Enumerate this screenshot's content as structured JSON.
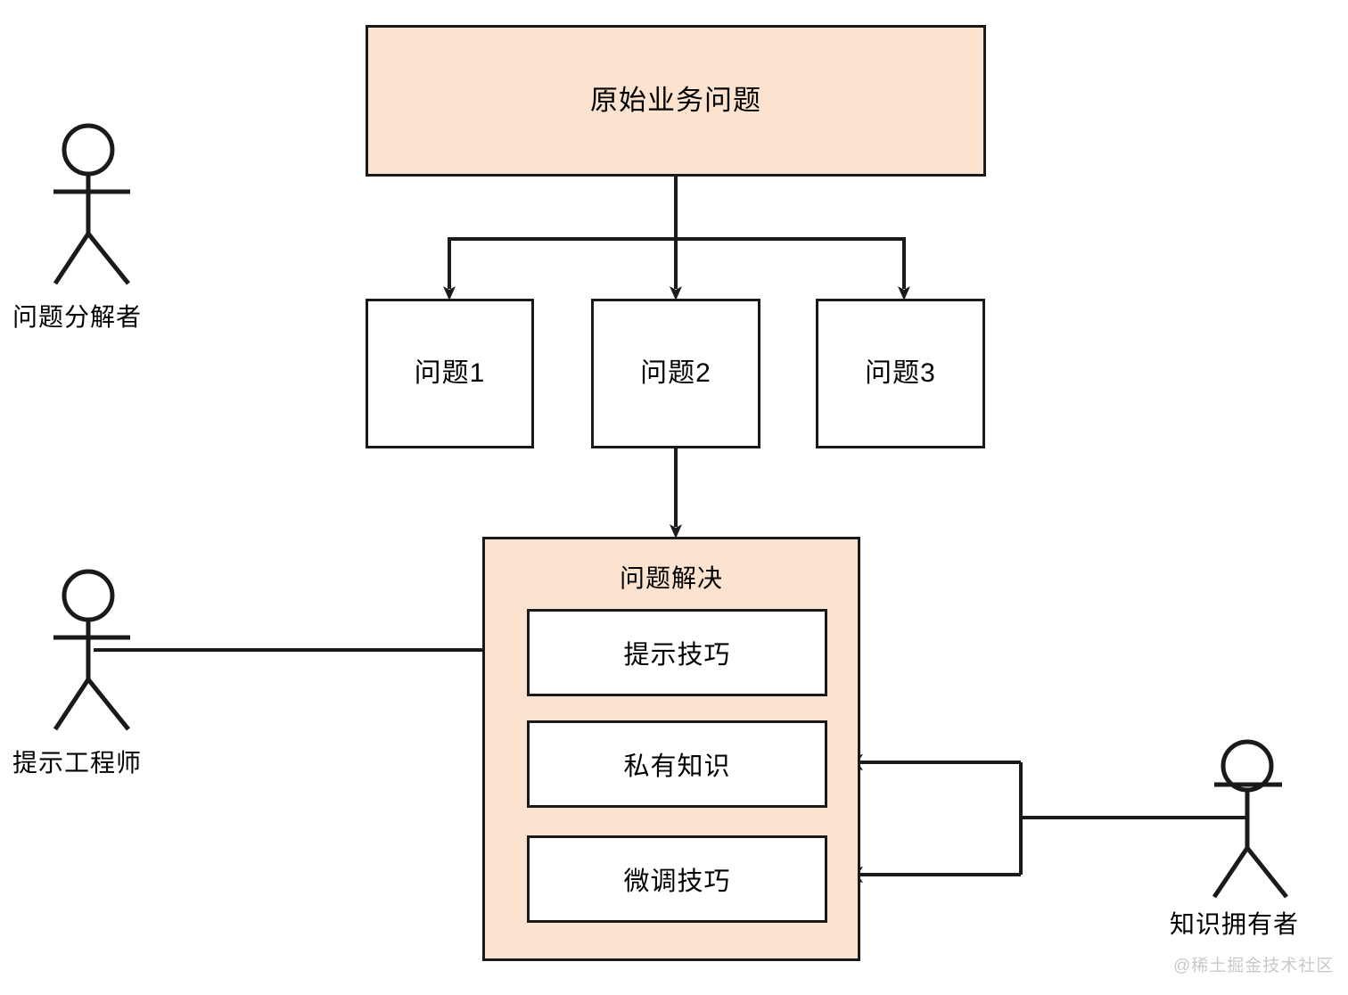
{
  "diagram": {
    "title_box": {
      "label": "原始业务问题"
    },
    "sub_problems": [
      {
        "label": "问题1"
      },
      {
        "label": "问题2"
      },
      {
        "label": "问题3"
      }
    ],
    "solution": {
      "title": "问题解决",
      "capabilities": [
        {
          "label": "提示技巧"
        },
        {
          "label": "私有知识"
        },
        {
          "label": "微调技巧"
        }
      ]
    },
    "actors": [
      {
        "label": "问题分解者",
        "icon": "stick-figure-icon"
      },
      {
        "label": "提示工程师",
        "icon": "stick-figure-icon"
      },
      {
        "label": "知识拥有者",
        "icon": "stick-figure-icon"
      }
    ],
    "watermark": "@稀土掘金技术社区",
    "colors": {
      "fill": "#fbe3cf",
      "stroke": "#1a1a1a",
      "background": "#ffffff",
      "watermark": "#c9c9c9"
    }
  }
}
